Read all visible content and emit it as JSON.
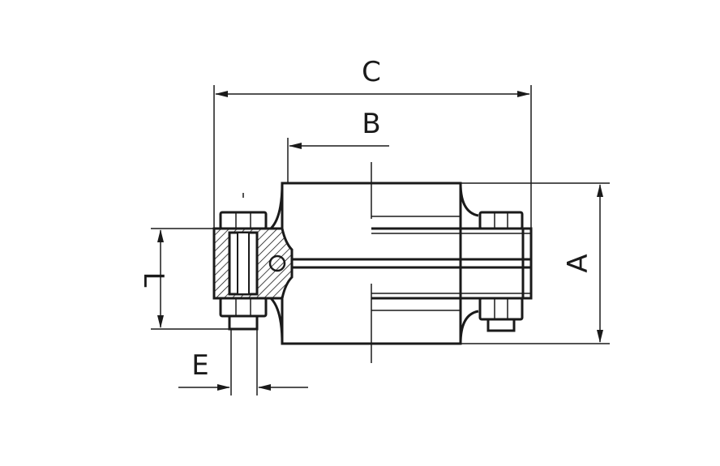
{
  "dimensions": {
    "A": "A",
    "B": "B",
    "C": "C",
    "E": "E",
    "L": "L"
  },
  "colors": {
    "line": "#1a1a1a",
    "background": "#ffffff"
  }
}
